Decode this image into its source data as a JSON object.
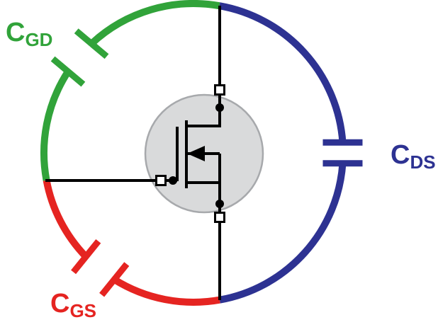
{
  "diagram": {
    "labels": {
      "cgd": {
        "symbol": "C",
        "subscript": "GD"
      },
      "cds": {
        "symbol": "C",
        "subscript": "DS"
      },
      "cgs": {
        "symbol": "C",
        "subscript": "GS"
      }
    },
    "colors": {
      "green": "#31a33a",
      "red": "#e52421",
      "blue": "#2d3292",
      "black": "#000000",
      "die_fill": "#d9dadb",
      "die_stroke": "#a7a9ac",
      "terminal_fill": "#ffffff",
      "background": "#ffffff"
    }
  }
}
